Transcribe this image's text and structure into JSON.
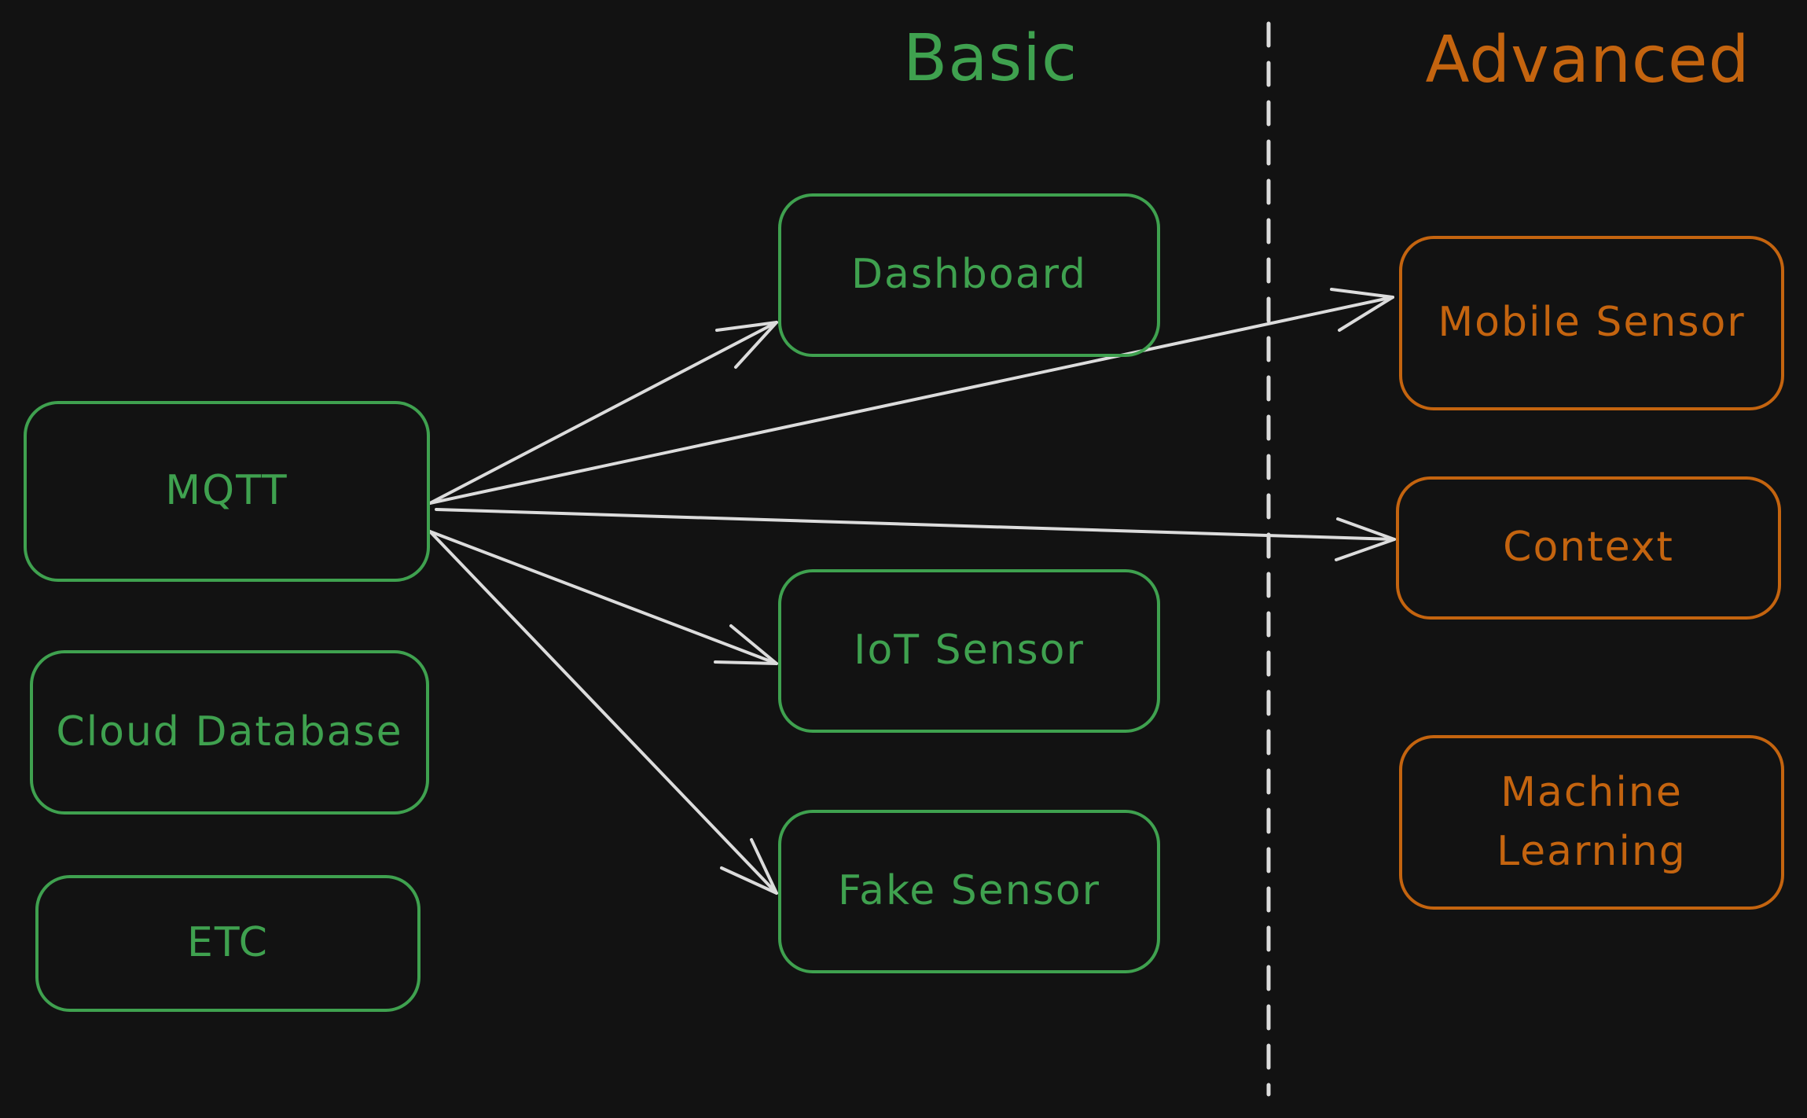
{
  "headings": {
    "basic": "Basic",
    "advanced": "Advanced"
  },
  "colors": {
    "background": "#121212",
    "basic": "#3fa14f",
    "advanced": "#c4640f",
    "arrow": "#dcdcdc"
  },
  "nodes": {
    "mqtt": "MQTT",
    "cloud_database": "Cloud Database",
    "etc": "ETC",
    "dashboard": "Dashboard",
    "iot_sensor": "IoT Sensor",
    "fake_sensor": "Fake Sensor",
    "mobile_sensor": "Mobile Sensor",
    "context": "Context",
    "machine_learning": "Machine\nLearning"
  },
  "edges": [
    {
      "from": "MQTT",
      "to": "Dashboard"
    },
    {
      "from": "MQTT",
      "to": "Mobile Sensor"
    },
    {
      "from": "MQTT",
      "to": "Context"
    },
    {
      "from": "MQTT",
      "to": "IoT Sensor"
    },
    {
      "from": "MQTT",
      "to": "Fake Sensor"
    }
  ]
}
